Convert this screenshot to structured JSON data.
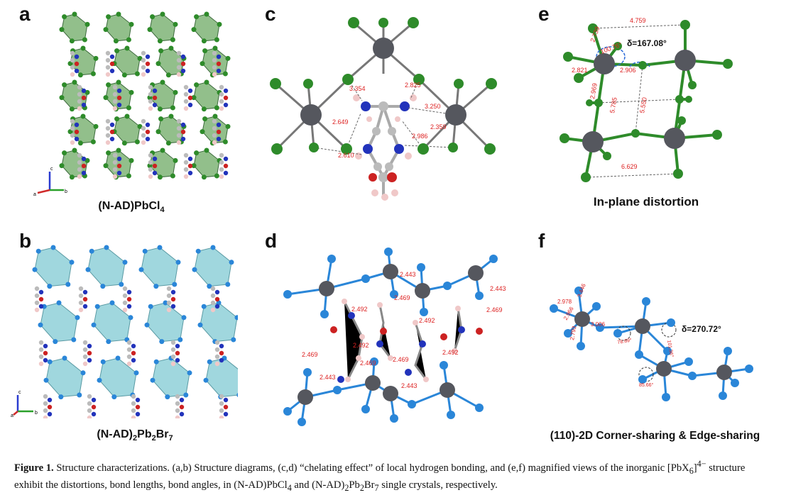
{
  "panels": {
    "a": {
      "letter": "a",
      "label": "(N-AD)PbCl",
      "label_sub": "4",
      "axes": {
        "c": "c",
        "a": "a",
        "b": "b"
      }
    },
    "b": {
      "letter": "b",
      "label": "(N-AD)",
      "label_sub1": "2",
      "label_mid": "Pb",
      "label_sub2": "2",
      "label_end": "Br",
      "label_sub3": "7",
      "axes": {
        "c": "c",
        "a": "a",
        "b": "b"
      }
    },
    "c": {
      "letter": "c",
      "distances": [
        "3.354",
        "2.825",
        "3.250",
        "2.649",
        "2.986",
        "2.359",
        "2.610"
      ]
    },
    "d": {
      "letter": "d",
      "distances": [
        "2.443",
        "2.469",
        "2.443",
        "2.492",
        "2.469",
        "2.492",
        "2.492",
        "2.469",
        "2.492",
        "2.469",
        "2.443",
        "2.469",
        "2.443"
      ]
    },
    "e": {
      "letter": "e",
      "label": "In-plane distortion",
      "delta": "δ=167.08°",
      "distances": [
        "4.759",
        "2.739",
        "100.76°",
        "2.821",
        "2.906",
        "2.969",
        "5.785",
        "5.550",
        "6.629"
      ]
    },
    "f": {
      "letter": "f",
      "label": "(110)-2D  Corner-sharing & Edge-sharing",
      "delta": "δ=270.72°",
      "distances": [
        "2.978",
        "3.446",
        "2.966",
        "3.006",
        "2.793",
        "78.69°",
        "101.36°",
        "85.66°"
      ]
    }
  },
  "colors": {
    "pb": "#55575e",
    "cl": "#2e8b2a",
    "br": "#2a86d8",
    "octa_green": "#7fb477",
    "octa_cyan": "#8fd0d8",
    "n": "#2233bb",
    "o": "#cc2222",
    "c": "#b8b8b8",
    "h": "#f0c8c8",
    "label_red": "#dd2222"
  },
  "caption": {
    "fig": "Figure 1.",
    "text1": " Structure characterizations. (a,b) Structure diagrams, (c,d) “chelating effect” of local hydrogen bonding, and (e,f) magnified views of the inorganic [PbX",
    "sub6": "6",
    "sup": "4−",
    "text2": " structure exhibit the distortions, bond lengths, bond angles, in (N-AD)PbCl",
    "sub4": "4",
    "text3": " and (N-AD)",
    "s2a": "2",
    "pb": "Pb",
    "s2b": "2",
    "br": "Br",
    "s7": "7",
    "text4": " single crystals, respectively."
  }
}
